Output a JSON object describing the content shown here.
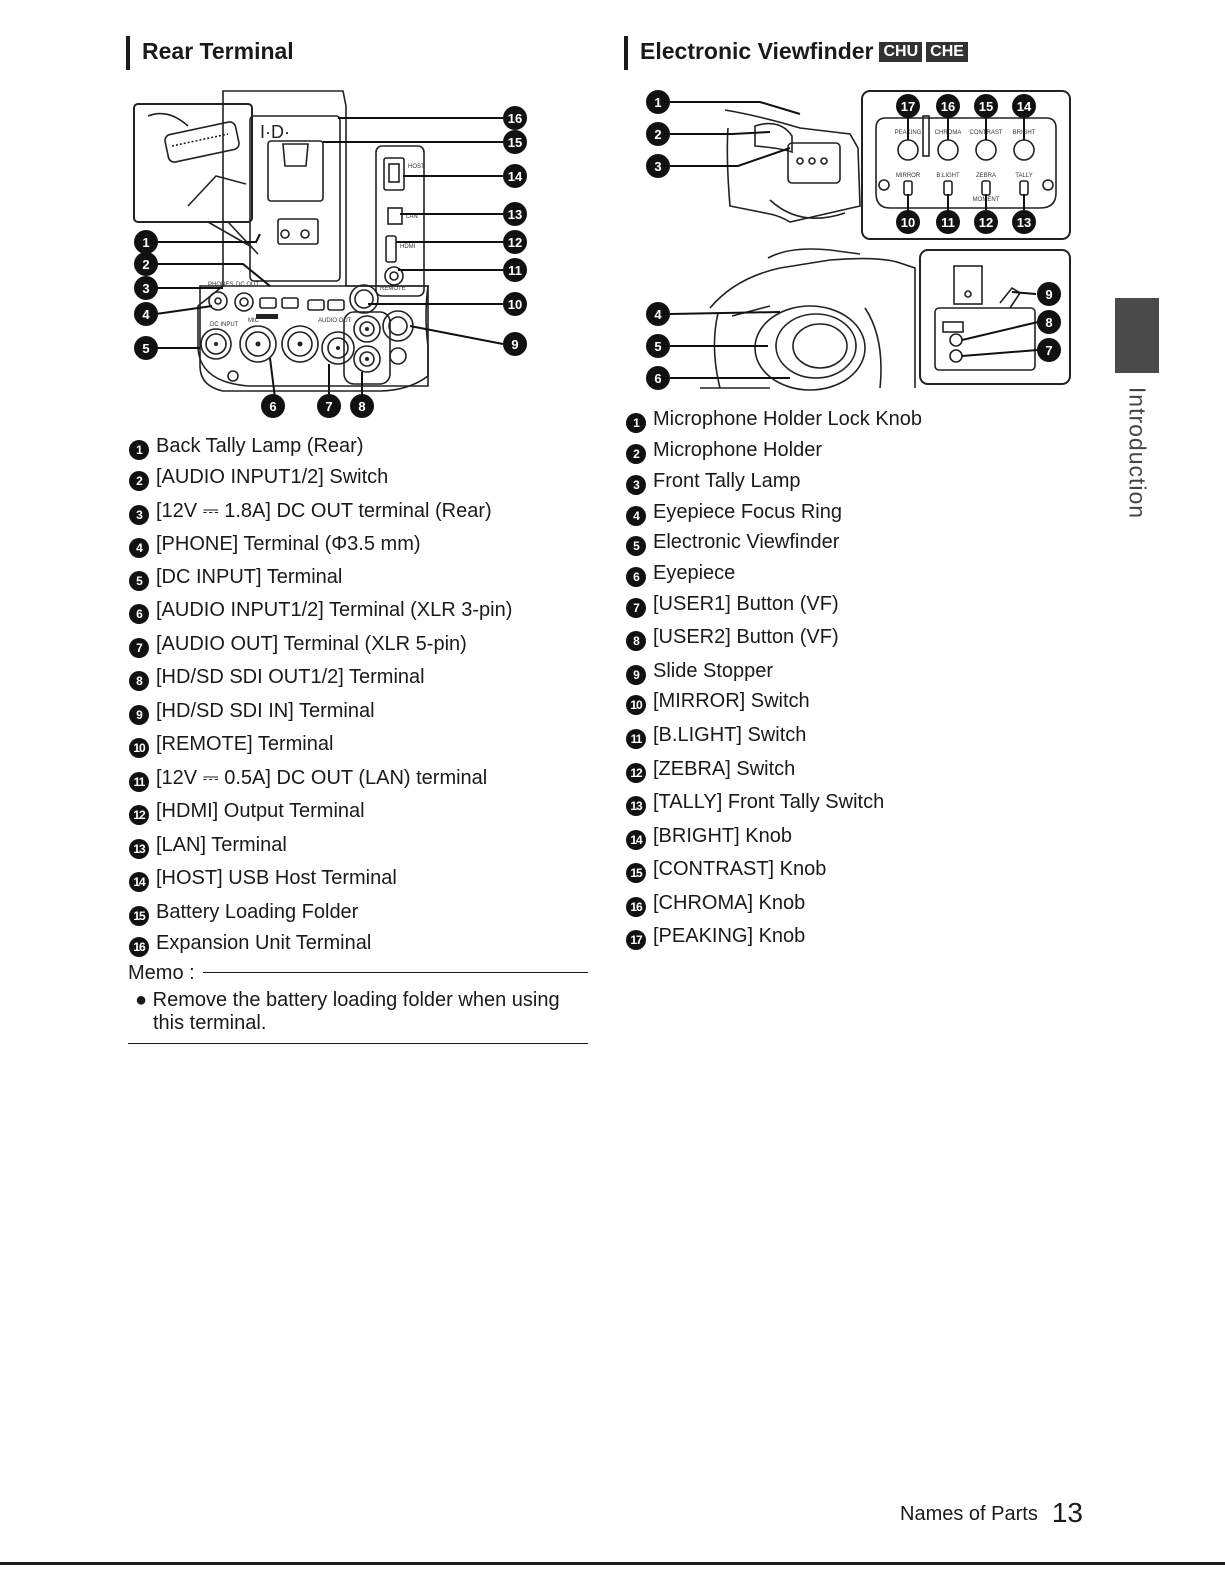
{
  "rear": {
    "title": "Rear Terminal",
    "items": [
      {
        "n": "1",
        "text": "Back Tally Lamp (Rear)"
      },
      {
        "n": "2",
        "text": "[AUDIO INPUT1/2] Switch"
      },
      {
        "n": "3",
        "text": "[12V ⎓ 1.8A] DC OUT terminal (Rear)"
      },
      {
        "n": "4",
        "text": "[PHONE] Terminal (Φ3.5 mm)"
      },
      {
        "n": "5",
        "text": "[DC INPUT] Terminal"
      },
      {
        "n": "6",
        "text": "[AUDIO INPUT1/2] Terminal (XLR 3-pin)"
      },
      {
        "n": "7",
        "text": "[AUDIO OUT] Terminal (XLR 5-pin)"
      },
      {
        "n": "8",
        "text": "[HD/SD SDI OUT1/2] Terminal"
      },
      {
        "n": "9",
        "text": "[HD/SD SDI IN] Terminal"
      },
      {
        "n": "10",
        "text": "[REMOTE] Terminal"
      },
      {
        "n": "11",
        "text": "[12V ⎓ 0.5A] DC OUT (LAN) terminal"
      },
      {
        "n": "12",
        "text": "[HDMI] Output Terminal"
      },
      {
        "n": "13",
        "text": "[LAN] Terminal"
      },
      {
        "n": "14",
        "text": "[HOST] USB Host Terminal"
      },
      {
        "n": "15",
        "text": "Battery Loading Folder"
      },
      {
        "n": "16",
        "text": "Expansion Unit Terminal"
      }
    ],
    "memo": {
      "label": "Memo :",
      "bullet": "Remove the battery loading folder when using",
      "bullet_cont": "this terminal."
    },
    "diagram_labels": {
      "phones": "PHONES",
      "dc_out": "DC OUT",
      "dc_input": "DC INPUT",
      "mic": "MIC",
      "audio_out": "AUDIO OUT",
      "remote": "REMOTE",
      "host": "HOST",
      "lan": "LAN",
      "hdmi": "HDMI",
      "logo": "I·D·"
    }
  },
  "viewfinder": {
    "title": "Electronic Viewfinder",
    "badges": [
      "CHU",
      "CHE"
    ],
    "items": [
      {
        "n": "1",
        "text": "Microphone Holder Lock Knob"
      },
      {
        "n": "2",
        "text": "Microphone Holder"
      },
      {
        "n": "3",
        "text": "Front Tally Lamp"
      },
      {
        "n": "4",
        "text": "Eyepiece Focus Ring"
      },
      {
        "n": "5",
        "text": "Electronic Viewfinder"
      },
      {
        "n": "6",
        "text": "Eyepiece"
      },
      {
        "n": "7",
        "text": "[USER1] Button (VF)"
      },
      {
        "n": "8",
        "text": "[USER2] Button (VF)"
      },
      {
        "n": "9",
        "text": "Slide Stopper"
      },
      {
        "n": "10",
        "text": "[MIRROR] Switch"
      },
      {
        "n": "11",
        "text": "[B.LIGHT] Switch"
      },
      {
        "n": "12",
        "text": "[ZEBRA] Switch"
      },
      {
        "n": "13",
        "text": "[TALLY] Front Tally Switch"
      },
      {
        "n": "14",
        "text": "[BRIGHT] Knob"
      },
      {
        "n": "15",
        "text": "[CONTRAST] Knob"
      },
      {
        "n": "16",
        "text": "[CHROMA] Knob"
      },
      {
        "n": "17",
        "text": "[PEAKING] Knob"
      }
    ],
    "knobs": [
      "PEAKING",
      "CHROMA",
      "CONTRAST",
      "BRIGHT"
    ],
    "switches": [
      "MIRROR",
      "B.LIGHT",
      "ZEBRA",
      "TALLY"
    ],
    "moment": "MOMENT"
  },
  "side_tab": "Introduction",
  "footer": {
    "label": "Names of Parts",
    "page": "13"
  }
}
